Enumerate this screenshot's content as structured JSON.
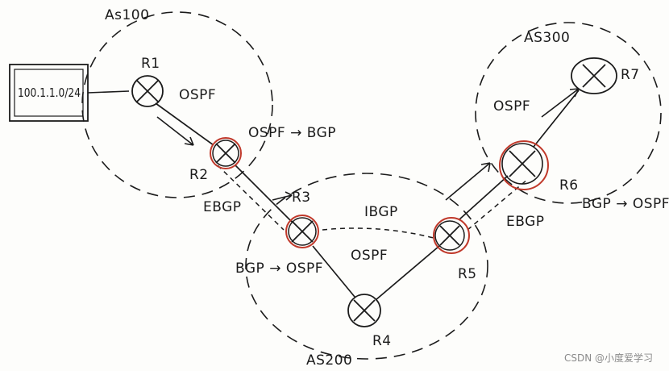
{
  "areas": {
    "as100": "As100",
    "as200": "AS200",
    "as300": "AS300"
  },
  "routers": {
    "r1": "R1",
    "r2": "R2",
    "r3": "R3",
    "r4": "R4",
    "r5": "R5",
    "r6": "R6",
    "r7": "R7"
  },
  "labels": {
    "network": "100.1.1.0/24",
    "ospf_as100": "OSPF",
    "redist_r2": "OSPF → BGP",
    "ebgp_left": "EBGP",
    "ibgp": "IBGP",
    "ospf_as200": "OSPF",
    "redist_r3": "BGP → OSPF",
    "ospf_as300": "OSPF",
    "ebgp_right": "EBGP",
    "redist_r6": "BGP → OSPF"
  },
  "watermark": "CSDN @小度爱学习",
  "colors": {
    "ink": "#1b1b1b",
    "highlight": "#c0392b"
  }
}
